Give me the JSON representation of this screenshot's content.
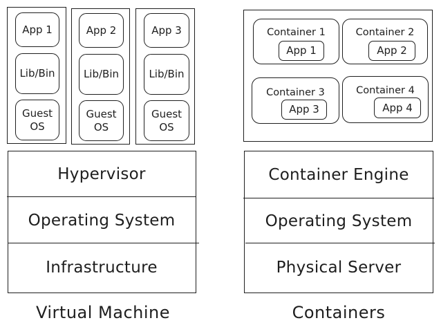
{
  "virtual_machine": {
    "vms": [
      {
        "app": "App 1",
        "libbin": "Lib/Bin",
        "guest": "Guest\nOS"
      },
      {
        "app": "App 2",
        "libbin": "Lib/Bin",
        "guest": "Guest\nOS"
      },
      {
        "app": "App 3",
        "libbin": "Lib/Bin",
        "guest": "Guest\nOS"
      }
    ],
    "layers": [
      "Hypervisor",
      "Operating System",
      "Infrastructure"
    ],
    "caption": "Virtual Machine"
  },
  "containers": {
    "items": [
      {
        "title": "Container 1",
        "app": "App 1"
      },
      {
        "title": "Container 2",
        "app": "App 2"
      },
      {
        "title": "Container 3",
        "app": "App 3"
      },
      {
        "title": "Container 4",
        "app": "App 4"
      }
    ],
    "layers": [
      "Container Engine",
      "Operating System",
      "Physical Server"
    ],
    "caption": "Containers"
  }
}
